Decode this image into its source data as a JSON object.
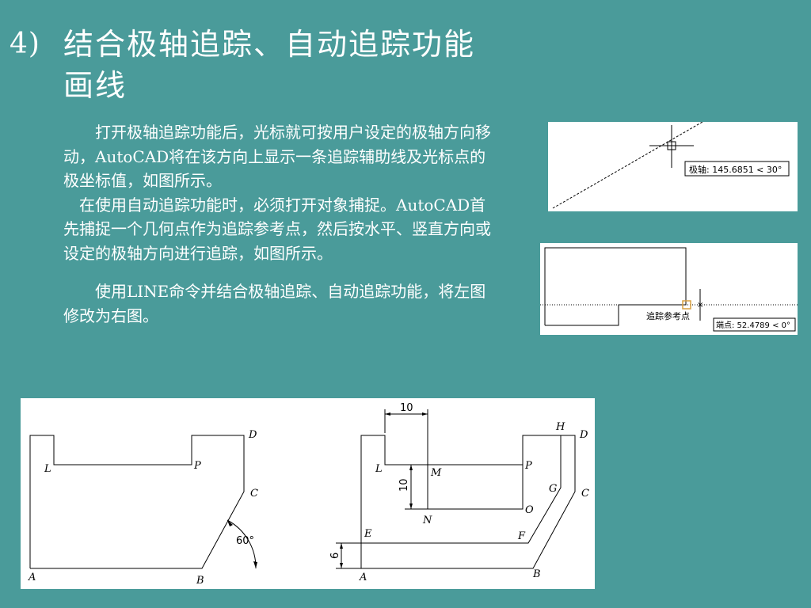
{
  "slide": {
    "number": "4)",
    "title": "结合极轴追踪、自动追踪功能画线",
    "paragraphs": [
      "打开极轴追踪功能后，光标就可按用户设定的极轴方向移动，AutoCAD将在该方向上显示一条追踪辅助线及光标点的极坐标值，如图所示。",
      "在使用自动追踪功能时，必须打开对象捕捉。AutoCAD首先捕捉一个几何点作为追踪参考点，然后按水平、竖直方向或设定的极轴方向进行追踪，如图所示。",
      "使用LINE命令并结合极轴追踪、自动追踪功能，将左图修改为右图。"
    ]
  },
  "figures": {
    "polar_tracking": {
      "tooltip": "极轴: 145.6851 < 30°"
    },
    "object_tracking": {
      "ref_label": "追踪参考点",
      "tooltip": "端点: 52.4789 < 0°"
    },
    "left_drawing": {
      "points": {
        "A": "A",
        "B": "B",
        "C": "C",
        "D": "D",
        "L": "L",
        "P": "P"
      },
      "angle": "60°"
    },
    "right_drawing": {
      "points": {
        "A": "A",
        "B": "B",
        "C": "C",
        "D": "D",
        "E": "E",
        "F": "F",
        "G": "G",
        "H": "H",
        "L": "L",
        "M": "M",
        "N": "N",
        "O": "O",
        "P": "P"
      },
      "dim_top": "10",
      "dim_mid": "10",
      "dim_left": "6"
    }
  }
}
